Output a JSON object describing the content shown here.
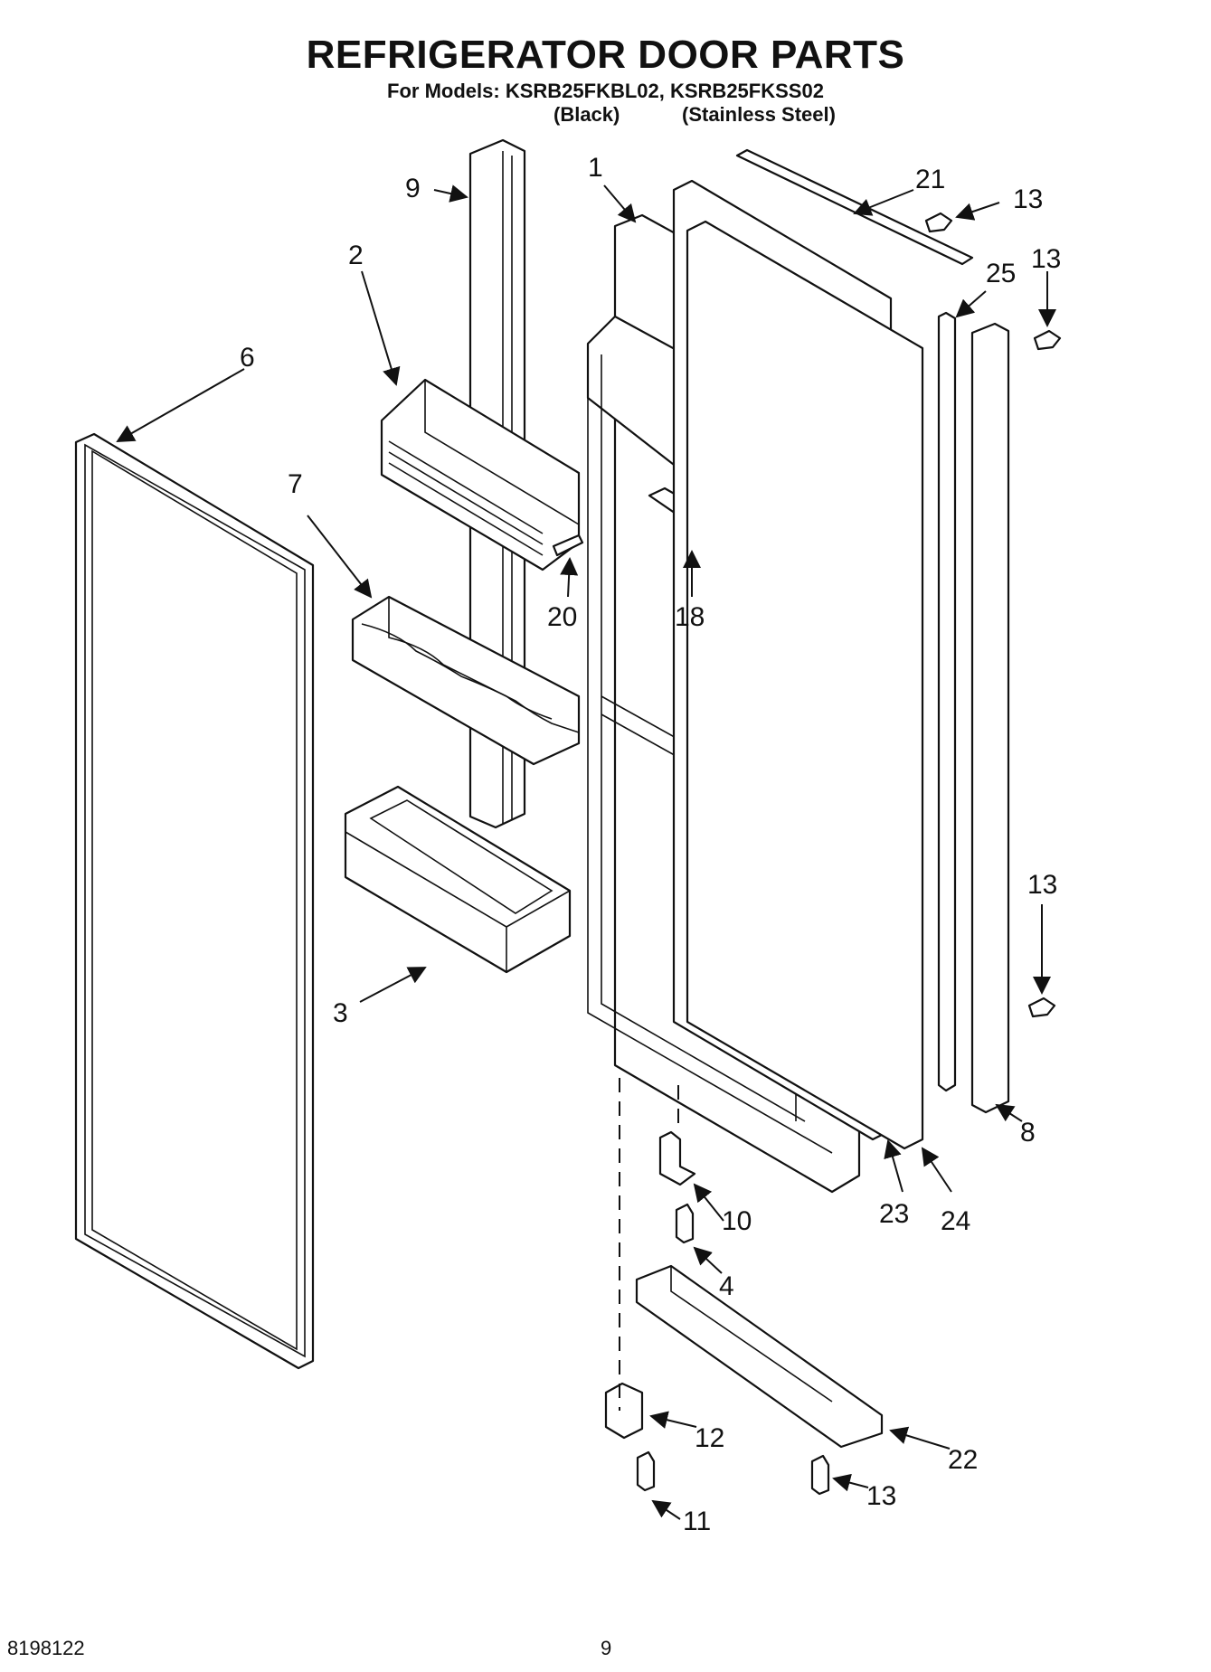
{
  "header": {
    "title": "REFRIGERATOR DOOR PARTS",
    "models_line": "For Models: KSRB25FKBL02, KSRB25FKSS02",
    "variant_black": "(Black)",
    "variant_steel": "(Stainless Steel)"
  },
  "footer": {
    "doc_number": "8198122",
    "page_number": "9"
  },
  "callouts": {
    "c1": "1",
    "c2": "2",
    "c3": "3",
    "c4": "4",
    "c6": "6",
    "c7": "7",
    "c8": "8",
    "c9": "9",
    "c10": "10",
    "c11": "11",
    "c12": "12",
    "c13a": "13",
    "c13b": "13",
    "c13c": "13",
    "c13d": "13",
    "c18": "18",
    "c20": "20",
    "c21": "21",
    "c22": "22",
    "c23": "23",
    "c24": "24",
    "c25": "25"
  }
}
